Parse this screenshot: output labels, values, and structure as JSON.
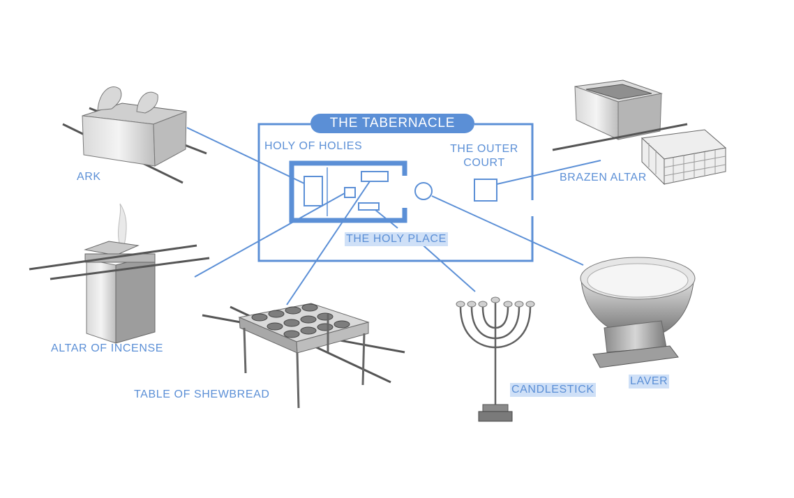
{
  "title": "THE TABERNACLE",
  "labels": {
    "holy_of_holies": "HOLY OF HOLIES",
    "holy_place": "THE HOLY PLACE",
    "outer_court_line1": "THE OUTER",
    "outer_court_line2": "COURT",
    "ark": "ARK",
    "altar_of_incense": "ALTAR OF INCENSE",
    "table_of_shewbread": "TABLE OF SHEWBREAD",
    "candlestick": "CANDLESTICK",
    "laver": "LAVER",
    "brazen_altar": "BRAZEN ALTAR"
  },
  "colors": {
    "accent": "#5b8fd6",
    "highlight": "#cfe0f7"
  }
}
